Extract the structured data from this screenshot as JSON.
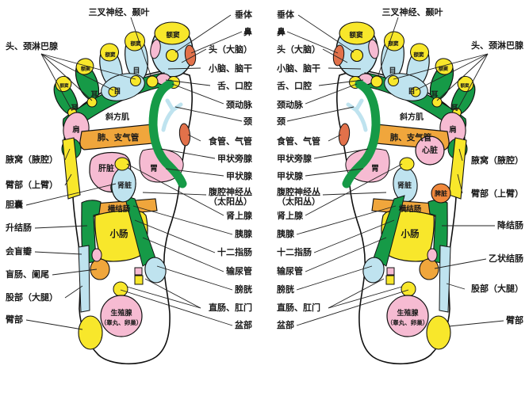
{
  "top_labels": {
    "trigeminal": "三叉神经、颞叶"
  },
  "medial": [
    "垂体",
    "鼻",
    "头（大脑）",
    "小脑、脑干",
    "舌、口腔",
    "颈动脉",
    "颈",
    "食管、气管",
    "甲状旁腺",
    "甲状腺",
    "腹腔神经丛",
    "（太阳丛）",
    "肾上腺",
    "胰腺",
    "十二指肠",
    "输尿管",
    "膀胱",
    "直肠、肛门",
    "盆部"
  ],
  "left_outer": [
    "头、颈淋巴腺",
    "腋窝（腋腔）",
    "臂部（上臂）",
    "胆囊",
    "升结肠",
    "会盲瓣",
    "盲肠、阑尾",
    "股部（大腿）",
    "臂部"
  ],
  "right_outer": [
    "头、颈淋巴腺",
    "腋窝（腋腔）",
    "臂部（上臂）",
    "降结肠",
    "乙状结肠",
    "股部（大腿）",
    "臂部"
  ],
  "zones": {
    "frontal_sinus": "额窦",
    "eye": "目",
    "ear": "耳",
    "trapezius": "斜方肌",
    "lung_bronchi": "肺、支气管",
    "shoulder": "肩",
    "liver": "肝脏",
    "heart": "心脏",
    "spleen": "脾脏",
    "stomach": "胃",
    "kidney": "肾脏",
    "transverse_colon": "横结肠",
    "small_intestine": "小肠",
    "gonads_line1": "生殖腺",
    "gonads_line2": "（睾丸、卵巢）"
  },
  "colors": {
    "yellow": "#F8E72B",
    "green": "#169A47",
    "light_blue": "#BFE3EF",
    "pink": "#F6BBD2",
    "orange": "#F0A63C",
    "red_orange": "#E2714A",
    "spleen_circle": "#F0883C",
    "spleen_text": "#8B1A1A",
    "line": "#222222"
  }
}
